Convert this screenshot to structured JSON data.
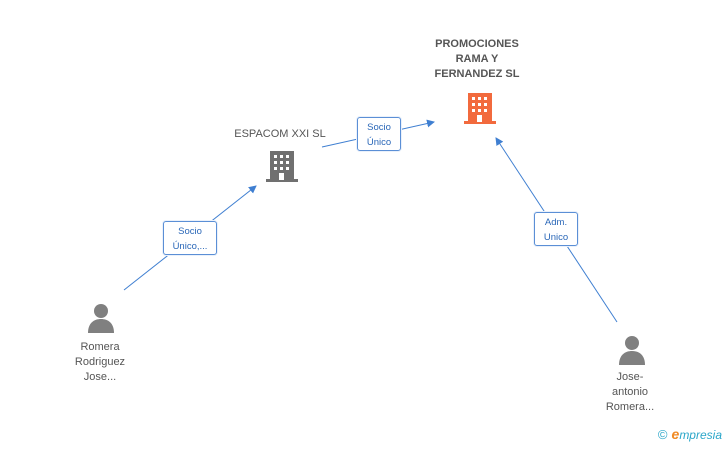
{
  "nodes": {
    "main_company": {
      "label_lines": [
        "PROMOCIONES",
        "RAMA Y",
        "FERNANDEZ SL"
      ],
      "color": "#f26a3d"
    },
    "espacom": {
      "label": "ESPACOM XXI SL",
      "color": "#707070"
    },
    "person_left": {
      "label_lines": [
        "Romera",
        "Rodriguez",
        "Jose..."
      ],
      "color": "#808080"
    },
    "person_right": {
      "label_lines": [
        "Jose-",
        "antonio",
        "Romera..."
      ],
      "color": "#808080"
    }
  },
  "relations": {
    "espacom_to_main": {
      "lines": [
        "Socio",
        "Único"
      ]
    },
    "left_to_espacom": {
      "lines": [
        "Socio",
        "Único,..."
      ]
    },
    "right_to_main": {
      "lines": [
        "Adm.",
        "Unico"
      ]
    }
  },
  "colors": {
    "edge": "#3f7fd1"
  },
  "brand": {
    "copyright": "©",
    "e": "e",
    "text": "mpresia"
  }
}
